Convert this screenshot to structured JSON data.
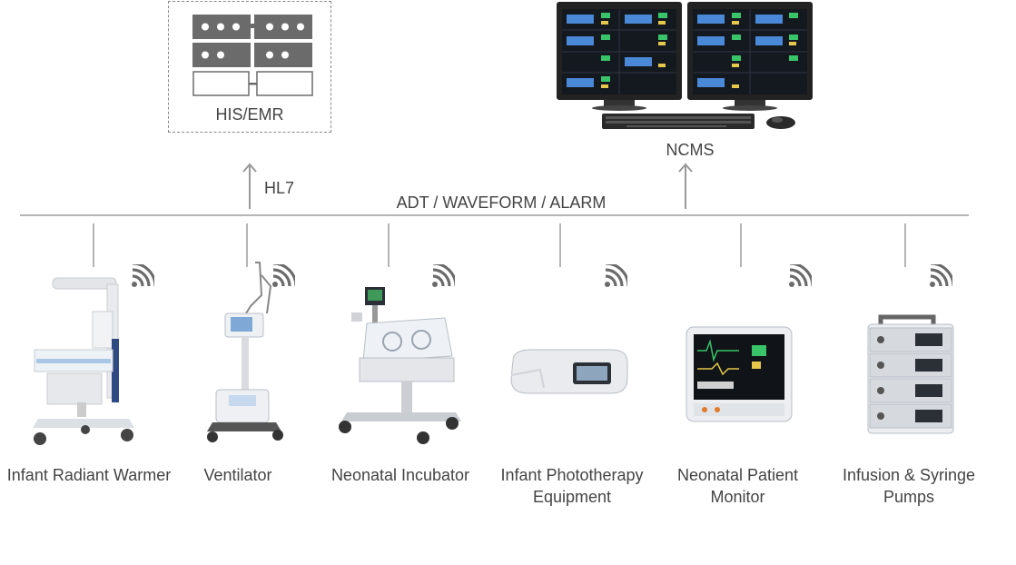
{
  "his": {
    "label": "HIS/EMR"
  },
  "ncms": {
    "label": "NCMS"
  },
  "protocols": {
    "hl7": "HL7",
    "bus": "ADT / WAVEFORM / ALARM"
  },
  "devices": [
    {
      "label": "Infant Radiant Warmer",
      "icon": "radiant-warmer"
    },
    {
      "label": "Ventilator",
      "icon": "ventilator"
    },
    {
      "label": "Neonatal Incubator",
      "icon": "incubator"
    },
    {
      "label_lines": [
        "Infant Phototherapy",
        "Equipment"
      ],
      "icon": "phototherapy"
    },
    {
      "label_lines": [
        "Neonatal Patient",
        "Monitor"
      ],
      "icon": "patient-monitor"
    },
    {
      "label_lines": [
        "Infusion & Syringe",
        "Pumps"
      ],
      "icon": "infusion-pump"
    }
  ],
  "colors": {
    "bus": "#b5b5b5",
    "text": "#444444",
    "box": "#6b6b6b",
    "wifi": "#6b6b6b",
    "screen": "#1a1d22"
  }
}
